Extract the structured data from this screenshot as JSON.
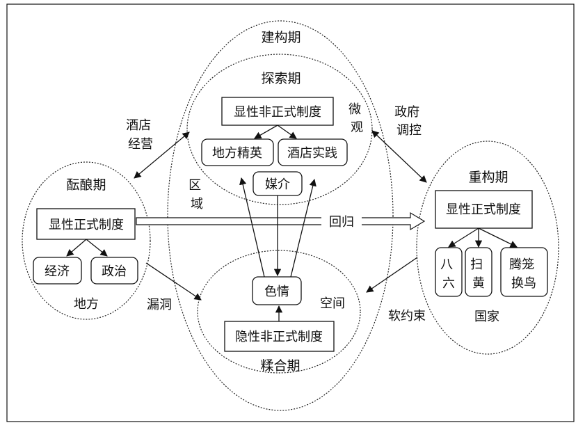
{
  "diagram": {
    "periods": {
      "gestation": "酝酿期",
      "construction": "建构期",
      "exploration": "探索期",
      "fusion": "糅合期",
      "reconstruction": "重构期"
    },
    "boxes": {
      "explicit_informal": "显性非正式制度",
      "local_elite": "地方精英",
      "hotel_practice": "酒店实践",
      "media": "媒介",
      "explicit_formal_left": "显性正式制度",
      "economy": "经济",
      "politics": "政治",
      "pornography": "色情",
      "implicit_informal": "隐性非正式制度",
      "explicit_formal_right": "显性正式制度",
      "ba_liu": "八六",
      "sao_huang": "扫黄",
      "teng_long": "腾笼换鸟"
    },
    "labels": {
      "local": "地方",
      "region": "区域",
      "micro": "微观",
      "space": "空间",
      "state": "国家",
      "hotel_operation": "酒店经营",
      "gov_regulation": "政府调控",
      "loophole": "漏洞",
      "soft_constraint": "软约束",
      "return": "回归"
    }
  }
}
